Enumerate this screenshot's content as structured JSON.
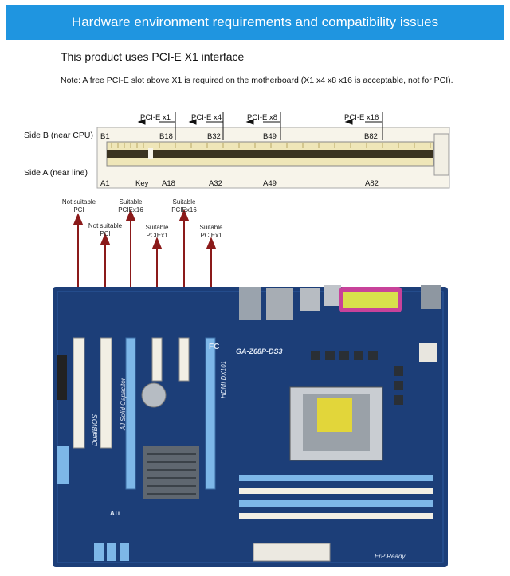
{
  "header": {
    "title": "Hardware environment requirements and compatibility issues"
  },
  "headline": "This product uses PCI-E X1 interface",
  "note": "Note: A free PCI-E slot above X1 is required on the motherboard (X1 x4 x8 x16 is acceptable, not for PCI).",
  "slot_diagram": {
    "side_b": "Side B (near CPU)",
    "side_a": "Side A (near line)",
    "lanes": [
      "PCI-E x1",
      "PCI-E x4",
      "PCI-E x8",
      "PCI-E x16"
    ],
    "b_pins": [
      "B1",
      "B18",
      "B32",
      "B49",
      "B82"
    ],
    "a_pins": [
      "A1",
      "Key",
      "A18",
      "A32",
      "A49",
      "A82"
    ]
  },
  "callouts": [
    {
      "status": "Not suitable",
      "slot": "PCI"
    },
    {
      "status": "Not suitable",
      "slot": "PCI"
    },
    {
      "status": "Suitable",
      "slot": "PCIEx16"
    },
    {
      "status": "Suitable",
      "slot": "PCIEx1"
    },
    {
      "status": "Suitable",
      "slot": "PCIEx16"
    },
    {
      "status": "Suitable",
      "slot": "PCIEx1"
    }
  ],
  "motherboard": {
    "model": "GA-Z68P-DS3",
    "labels": [
      "All Solid Capacitor",
      "DualBIOS",
      "HDMI DX101",
      "FC",
      "ErP Ready",
      "ATi"
    ]
  },
  "colors": {
    "banner": "#1f95e0",
    "arrow": "#8b1a1a",
    "pcb": "#1c3e78",
    "slot_blue": "#7db7e8",
    "slot_white": "#f2efe4"
  }
}
